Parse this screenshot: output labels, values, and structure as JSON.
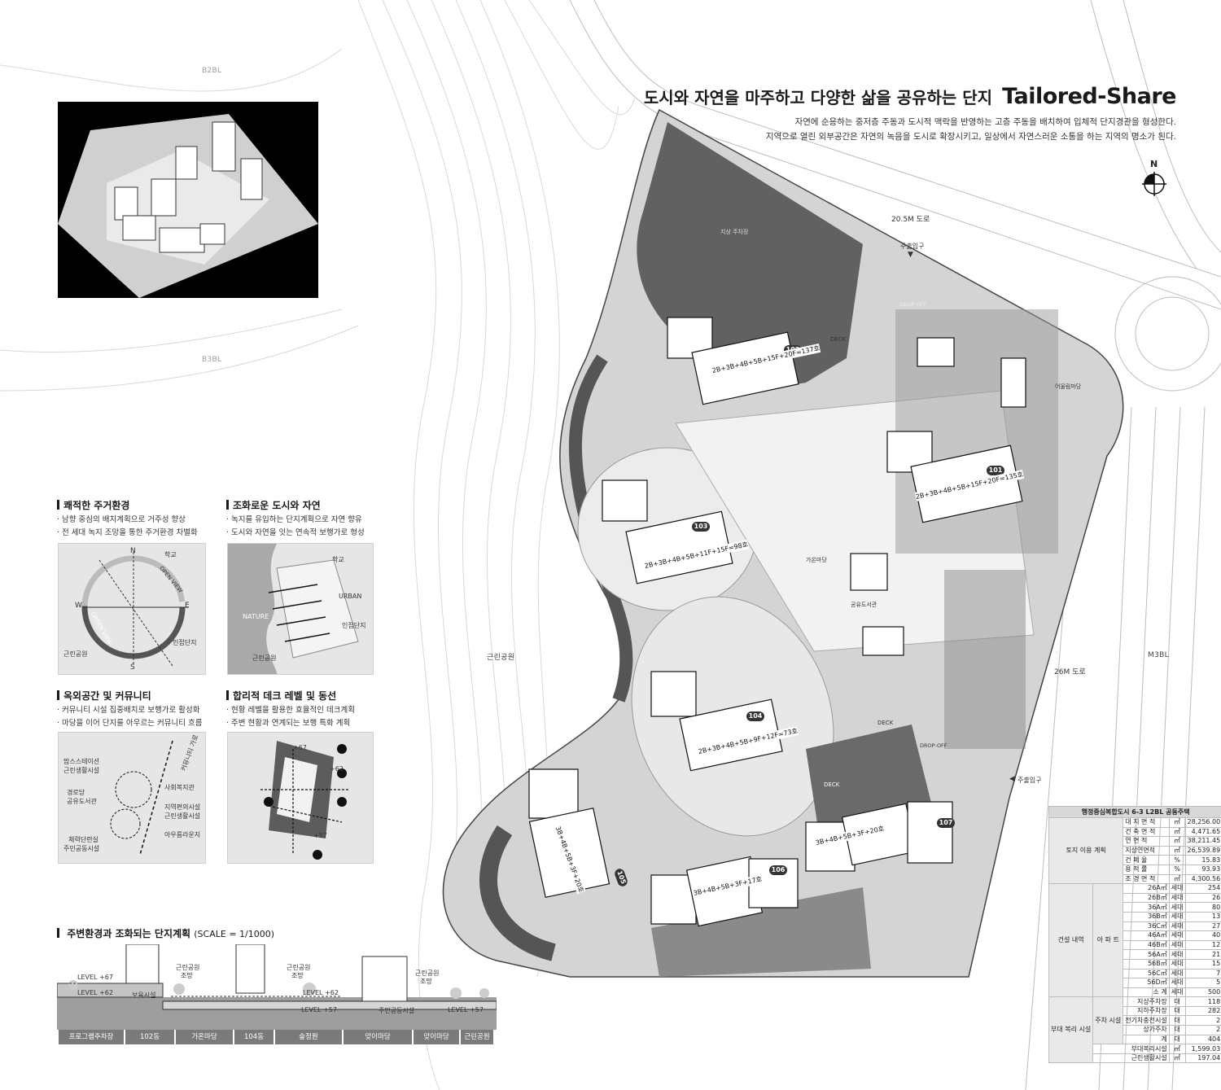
{
  "title": {
    "korean": "도시와 자연을 마주하고 다양한 삶을 공유하는 단지",
    "english": "Tailored-Share",
    "line1": "자연에 순응하는 중저층 주동과 도시적 맥락을 반영하는 고층 주동을 배치하여 입체적 단지경관을 형성한다.",
    "line2": "지역으로 열린 외부공간은 자연의 녹음을 도시로 확장시키고, 일상에서 자연스러운 소통을 하는 지역의 명소가 된다."
  },
  "compass": {
    "label": "N"
  },
  "ghost_labels": {
    "b2bl": "B2BL",
    "b3bl": "B3BL",
    "m3bl": "M3BL",
    "park": "근린공원"
  },
  "roads": {
    "north": "20.5M 도로",
    "east": "26M 도로",
    "entrance1": "주출입구",
    "entrance2": "주출입구",
    "deck1": "DECK",
    "deck2": "DECK",
    "deck3": "DECK",
    "dropoff1": "DROP-OFF",
    "dropoff2": "DROP-OFF"
  },
  "buildings": [
    {
      "id": "102",
      "label": "2B+3B+4B+5B+15F+20F=137호"
    },
    {
      "id": "101",
      "label": "2B+3B+4B+5B+15F+20F=135호"
    },
    {
      "id": "103",
      "label": "2B+3B+4B+5B+11F+15F=98호"
    },
    {
      "id": "104",
      "label": "2B+3B+4B+5B+9F+12F=73호"
    },
    {
      "id": "105",
      "label": "3B+4B+5B+3F+20호"
    },
    {
      "id": "106",
      "label": "3B+4B+5B+3F+17호"
    },
    {
      "id": "107",
      "label": "3B+4B+5B+3F+20호"
    }
  ],
  "section_a": {
    "title": "쾌적한 주거환경",
    "bullets": [
      "· 남향 중심의 배치계획으로 거주성 향상",
      "· 전 세대 녹지 조망을 통한 주거환경 차별화"
    ],
    "labels": {
      "n": "N",
      "s": "S",
      "w": "W",
      "e": "E",
      "school": "학교",
      "open": "OPEN VIEW",
      "green": "GREEN VIEW",
      "park": "근린공원",
      "adj": "인접단지"
    }
  },
  "section_b": {
    "title": "조화로운 도시와 자연",
    "bullets": [
      "· 녹지를 유입하는 단지계획으로 자연 향유",
      "· 도시와 자연을 잇는 연속적 보행가로 형성"
    ],
    "labels": {
      "school": "학교",
      "urban": "URBAN",
      "nature": "NATURE",
      "adj": "인접단지",
      "park": "근린공원"
    }
  },
  "section_c": {
    "title": "옥외공간 및 커뮤니티",
    "bullets": [
      "· 커뮤니티 시설 집중배치로 보행가로 활성화",
      "· 마당을 이어 단지를 아우르는 커뮤니티 흐름"
    ],
    "labels": {
      "l1": "맘스스테이션",
      "l2": "근린생활시설",
      "l3": "경로당",
      "l4": "공유도서관",
      "l5": "체력단련실",
      "l6": "주민공동시설",
      "r1": "사회복지관",
      "r2": "지역편의시설",
      "r3": "근린생활시설",
      "r4": "아우름라운지",
      "street": "커뮤니티 가로"
    }
  },
  "section_d": {
    "title": "합리적 데크 레벨 및 동선",
    "bullets": [
      "· 현황 레벨을 활용한 효율적인 데크계획",
      "· 주변 현황과 연계되는 보행 특화 계획"
    ],
    "labels": {
      "l67": "+67",
      "l62": "+62",
      "l57": "+57"
    }
  },
  "section_e": {
    "title": "주변환경과 조화되는 단지계획",
    "scale": "(SCALE = 1/1000)",
    "levels": {
      "l67": "LEVEL +67",
      "l62a": "LEVEL +62",
      "l62b": "LEVEL +62",
      "l57a": "LEVEL +57",
      "l57b": "LEVEL +57"
    },
    "notes": {
      "park1": "근린공원",
      "view1": "조망",
      "park2": "근린공원",
      "view2": "조망",
      "park3": "근린공원",
      "view3": "조망",
      "nursery": "보육시설",
      "community": "주민공동시설"
    },
    "tags": [
      "프로그램주차장",
      "102동",
      "가온마당",
      "104동",
      "숲정원",
      "맞이마당",
      "맞이마당",
      "근린공원"
    ]
  },
  "stats": {
    "header": "행정중심복합도시 6-3 L2BL 공동주택",
    "land": {
      "category": "토지 이용 계획",
      "rows": [
        [
          "대 지 면 적",
          "㎡",
          "28,256.00"
        ],
        [
          "건 축 면 적",
          "㎡",
          "4,471.65"
        ],
        [
          "연 면 적",
          "㎡",
          "38,211.45"
        ],
        [
          "지상연면적",
          "㎡",
          "26,539.89"
        ],
        [
          "건 폐 율",
          "%",
          "15.83"
        ],
        [
          "용 적 률",
          "%",
          "93.93"
        ],
        [
          "조 경 면 적",
          "㎡",
          "4,300.56"
        ]
      ]
    },
    "build": {
      "category": "건설 내역",
      "sub": "아 파 트",
      "rows": [
        [
          "26A㎡",
          "세대",
          "254"
        ],
        [
          "26B㎡",
          "세대",
          "26"
        ],
        [
          "36A㎡",
          "세대",
          "80"
        ],
        [
          "36B㎡",
          "세대",
          "13"
        ],
        [
          "36C㎡",
          "세대",
          "27"
        ],
        [
          "46A㎡",
          "세대",
          "40"
        ],
        [
          "46B㎡",
          "세대",
          "12"
        ],
        [
          "56A㎡",
          "세대",
          "21"
        ],
        [
          "56B㎡",
          "세대",
          "15"
        ],
        [
          "56C㎡",
          "세대",
          "7"
        ],
        [
          "56D㎡",
          "세대",
          "5"
        ],
        [
          "소 계",
          "세대",
          "500"
        ]
      ]
    },
    "extra": {
      "category": "부대 복리 시설",
      "sub": "주차 시설",
      "rows": [
        [
          "지상주차장",
          "대",
          "118"
        ],
        [
          "지하주차장",
          "대",
          "282"
        ],
        [
          "전기차충전시설",
          "대",
          "2"
        ],
        [
          "상가주차",
          "대",
          "2"
        ],
        [
          "계",
          "대",
          "404"
        ]
      ],
      "tail": [
        [
          "부대복리시설",
          "㎡",
          "1,599.03"
        ],
        [
          "근린생활시설",
          "㎡",
          "197.04"
        ]
      ]
    }
  },
  "map_labels": {
    "central": "가온마당",
    "parking": "지상 주차장",
    "library": "공유도서관",
    "daycare": "어울림마당"
  }
}
